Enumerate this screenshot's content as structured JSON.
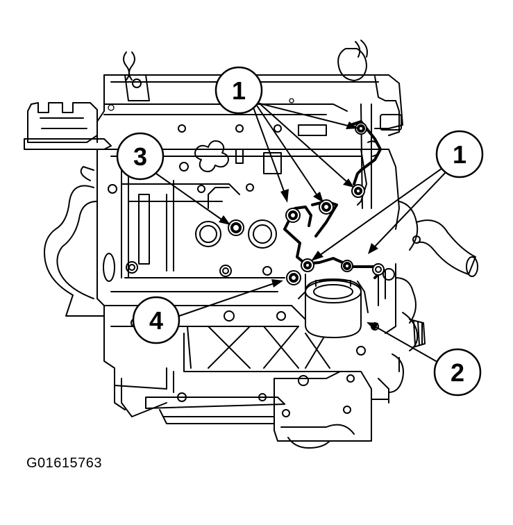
{
  "figure": {
    "caption": "G01615763",
    "callouts": [
      {
        "id": "callout-1-top",
        "label": "1"
      },
      {
        "id": "callout-1-right",
        "label": "1"
      },
      {
        "id": "callout-2",
        "label": "2"
      },
      {
        "id": "callout-3",
        "label": "3"
      },
      {
        "id": "callout-4",
        "label": "4"
      }
    ]
  }
}
